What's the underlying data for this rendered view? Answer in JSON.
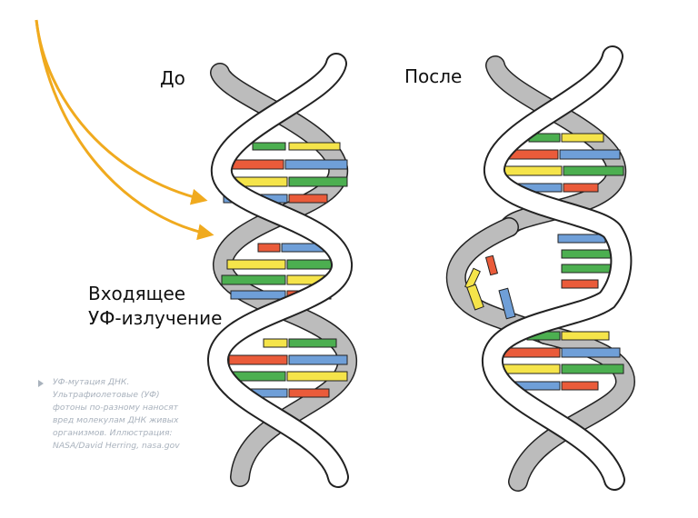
{
  "labels": {
    "before": "До",
    "after": "После",
    "uv_line1": "Входящее",
    "uv_line2": "УФ-излучение"
  },
  "caption": {
    "line1": "УФ-мутация ДНК.",
    "line2": "Ультрафиолетовые (УФ)",
    "line3": "фотоны по-разному наносят",
    "line4": "вред молекулам ДНК живых",
    "line5": "организмов. Иллюстрация:",
    "line6": "NASA/David Herring, nasa.gov"
  },
  "colors": {
    "strand_back": "#bcbcbc",
    "strand_front": "#ffffff",
    "outline": "#222222",
    "uv_arrow": "#f0aa1e",
    "base_green": "#4caf50",
    "base_yellow": "#f5e44a",
    "base_red": "#ea5b3a",
    "base_blue": "#6f9fd8",
    "caption": "#a9b2bd"
  },
  "icons": {
    "uv_arrows": "curved-arrow-icon",
    "caption_marker": "triangle-bullet-icon"
  }
}
